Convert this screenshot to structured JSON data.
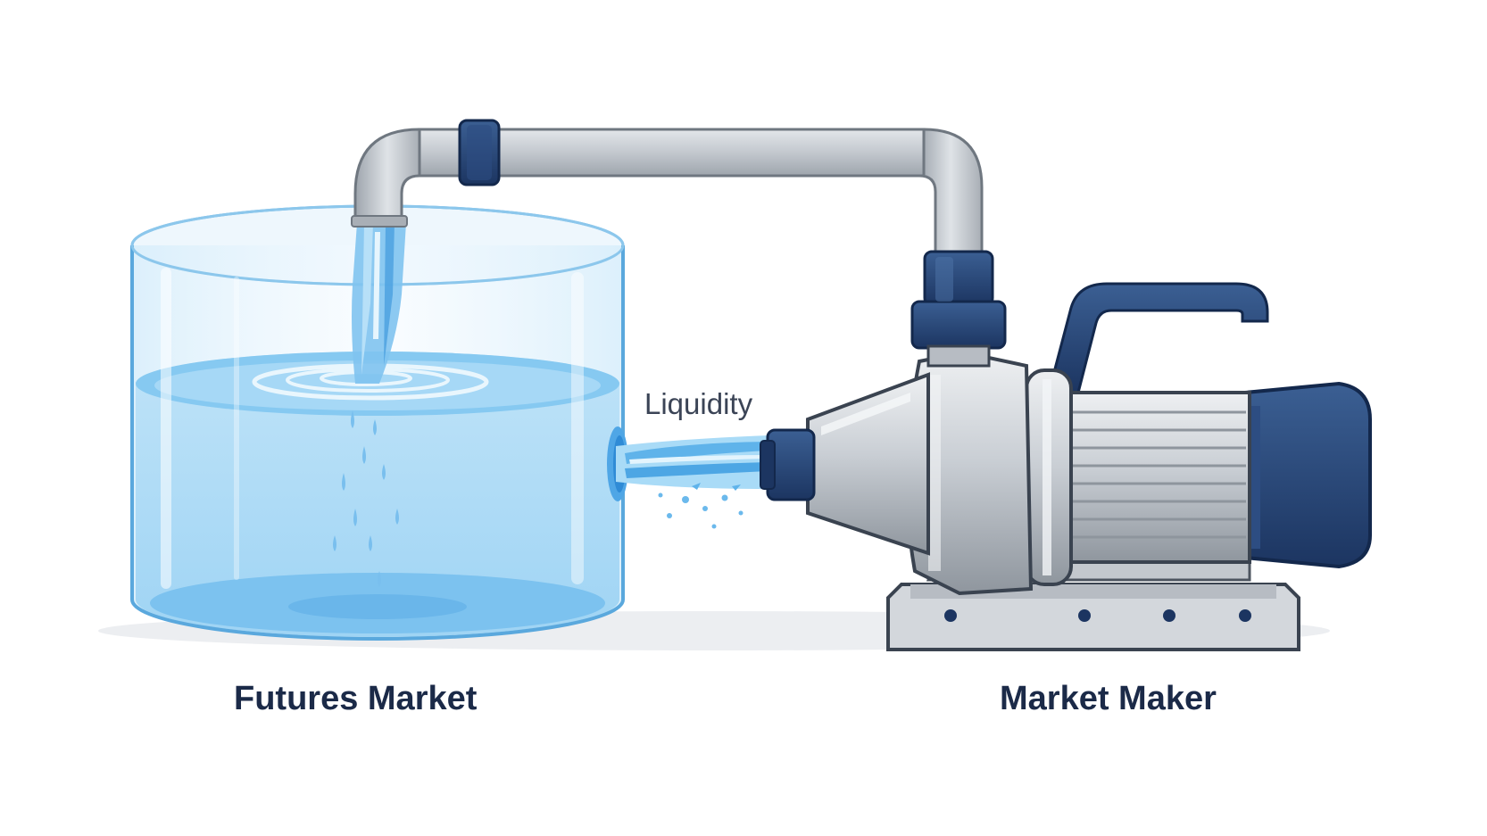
{
  "labels": {
    "futures_market": "Futures Market",
    "market_maker": "Market Maker",
    "liquidity": "Liquidity"
  },
  "colors": {
    "navy": "#223f6e",
    "pipe_gray": "#c7ccd2",
    "water_blue": "#7cc6f0",
    "tank_outline": "#5aa8dd",
    "text_dark": "#1b2a48"
  }
}
